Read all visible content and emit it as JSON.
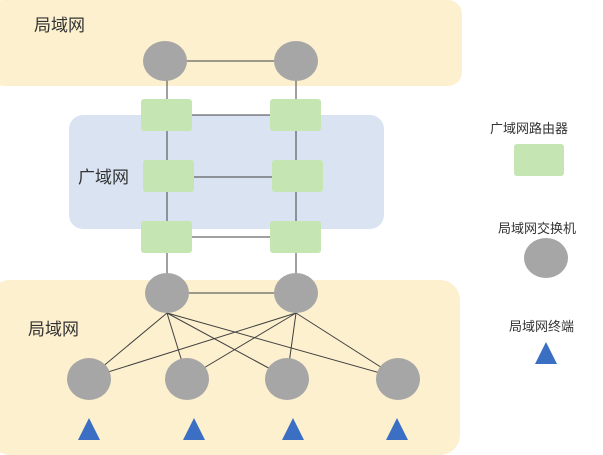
{
  "regions": {
    "lan_top": {
      "label": "局域网"
    },
    "wan": {
      "label": "广域网"
    },
    "lan_bottom": {
      "label": "局域网"
    }
  },
  "legend": {
    "router": {
      "label": "广域网路由器"
    },
    "switch": {
      "label": "局域网交换机"
    },
    "terminal": {
      "label": "局域网终端"
    }
  },
  "colors": {
    "lan_background": "#fdf0cf",
    "wan_background": "#dae3f2",
    "router": "#c5e6b2",
    "switch": "#a6a6a6",
    "terminal": "#3a6fc4",
    "link": "#404040"
  }
}
